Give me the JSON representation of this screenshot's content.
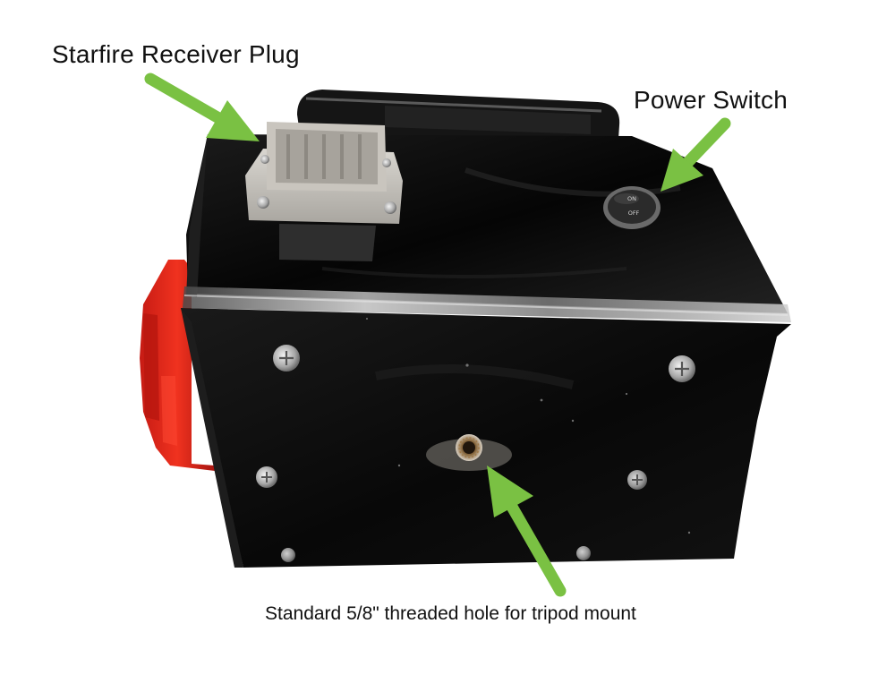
{
  "labels": {
    "receiver_plug": "Starfire Receiver Plug",
    "power_switch": "Power Switch",
    "tripod_hole": "Standard 5/8\" threaded hole for tripod mount"
  },
  "switch": {
    "on_text": "ON",
    "off_text": "OFF"
  },
  "colors": {
    "arrow_green": "#7ac143",
    "enclosure_black": "#0d0d0d",
    "handle_red": "#e3241b",
    "connector_grey": "#bdbdbd"
  }
}
